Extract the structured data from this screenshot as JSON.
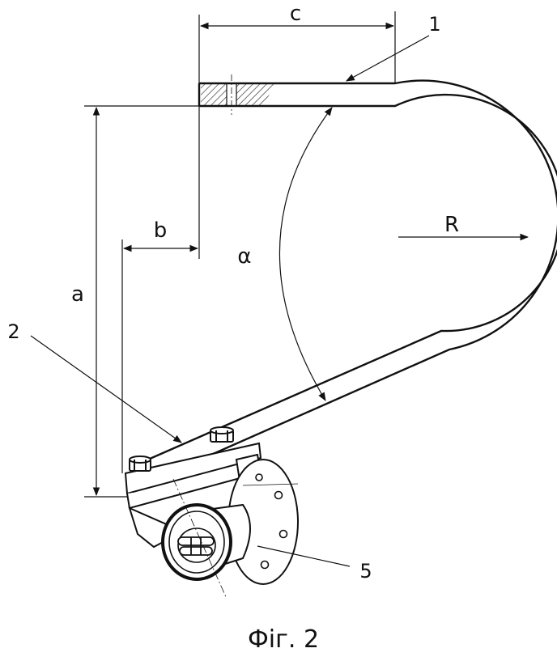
{
  "figure": {
    "caption": "Фіг. 2",
    "dimensions": {
      "a": "a",
      "b": "b",
      "c": "c",
      "R": "R",
      "alpha": "α"
    },
    "callouts": {
      "one": "1",
      "two": "2",
      "five": "5"
    }
  },
  "colors": {
    "ink": "#111111",
    "hatch": "#222222",
    "paper": "#ffffff"
  }
}
